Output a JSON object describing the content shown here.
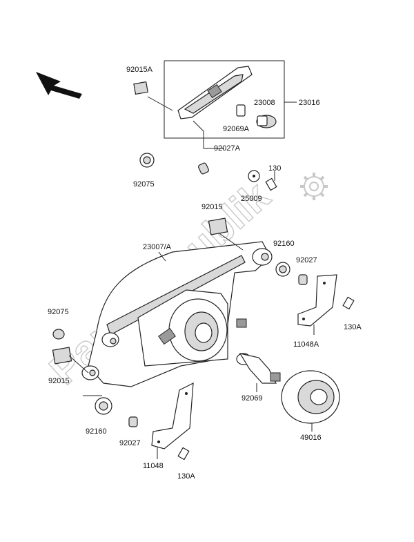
{
  "watermark": "PartsRepublik",
  "icons": {
    "direction_arrow": "front-direction-arrow",
    "gear": "gear-icon"
  },
  "parts": {
    "p92015A": "92015A",
    "p23016": "23016",
    "p23008": "23008",
    "p92069A": "92069A",
    "p92027A": "92027A",
    "p130": "130",
    "p92075_top": "92075",
    "p25009": "25009",
    "p92015_top": "92015",
    "p23007A": "23007/A",
    "p92160_right": "92160",
    "p92027_right": "92027",
    "p92075_left": "92075",
    "p130A_right": "130A",
    "p11048A": "11048A",
    "p92015_left": "92015",
    "p92069": "92069",
    "p92160_left": "92160",
    "p92027_bottom": "92027",
    "p49016": "49016",
    "p11048": "11048",
    "p130A_bottom": "130A"
  }
}
